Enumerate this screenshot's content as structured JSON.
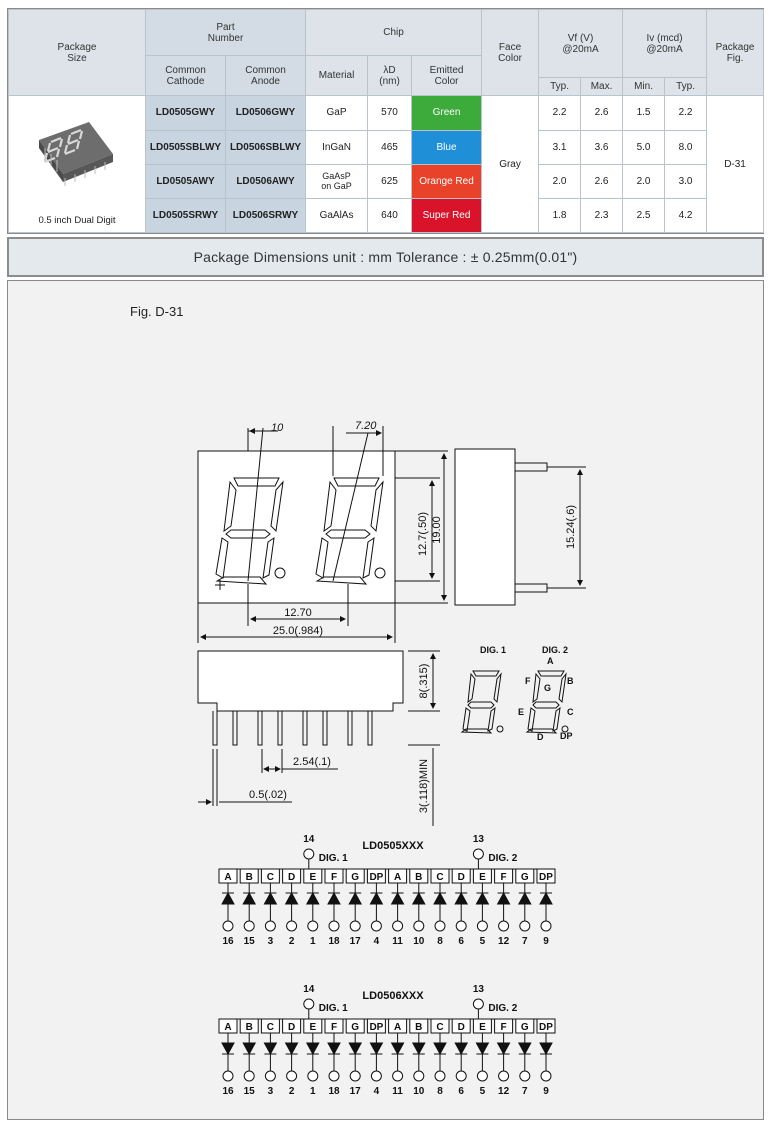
{
  "table": {
    "headers": {
      "package_size": "Package\nSize",
      "part_number": "Part\nNumber",
      "common_cathode": "Common\nCathode",
      "common_anode": "Common\nAnode",
      "chip": "Chip",
      "material": "Material",
      "lambda": "λD\n(nm)",
      "emitted_color": "Emitted\nColor",
      "face_color": "Face\nColor",
      "vf": "Vf (V)\n@20mA",
      "iv": "Iv (mcd)\n@20mA",
      "package_fig": "Package\nFig.",
      "typ": "Typ.",
      "max": "Max.",
      "min": "Min.",
      "typ2": "Typ."
    },
    "package_caption": "0.5 inch Dual Digit",
    "face_color": "Gray",
    "package_fig": "D-31",
    "rows": [
      {
        "cathode": "LD0505GWY",
        "anode": "LD0506GWY",
        "material": "GaP",
        "lambda": "570",
        "color": "Green",
        "color_hex": "#3dab3b",
        "vf_typ": "2.2",
        "vf_max": "2.6",
        "iv_min": "1.5",
        "iv_typ": "2.2"
      },
      {
        "cathode": "LD0505SBLWY",
        "anode": "LD0506SBLWY",
        "material": "InGaN",
        "lambda": "465",
        "color": "Blue",
        "color_hex": "#1f8fd8",
        "vf_typ": "3.1",
        "vf_max": "3.6",
        "iv_min": "5.0",
        "iv_typ": "8.0"
      },
      {
        "cathode": "LD0505AWY",
        "anode": "LD0506AWY",
        "material": "GaAsP\non GaP",
        "lambda": "625",
        "color": "Orange Red",
        "color_hex": "#e8432a",
        "vf_typ": "2.0",
        "vf_max": "2.6",
        "iv_min": "2.0",
        "iv_typ": "3.0"
      },
      {
        "cathode": "LD0505SRWY",
        "anode": "LD0506SRWY",
        "material": "GaAlAs",
        "lambda": "640",
        "color": "Super Red",
        "color_hex": "#d9142a",
        "vf_typ": "1.8",
        "vf_max": "2.3",
        "iv_min": "2.5",
        "iv_typ": "4.2"
      }
    ]
  },
  "dimbar": {
    "text": "Package Dimensions   unit : mm  Tolerance : ± 0.25mm(0.01\")"
  },
  "figure": {
    "label": "Fig. D-31",
    "dims": {
      "d10": "10",
      "d720": "7.20",
      "d127": "12.7(.50)",
      "d1900": "19.00",
      "d1524": "15.24(.6)",
      "d1270": "12.70",
      "d250": "25.0(.984)",
      "d8": "8(.315)",
      "d254": "2.54(.1)",
      "d05": "0.5(.02)",
      "d3": "3(.118)MIN"
    },
    "seg": {
      "dig1": "DIG. 1",
      "dig2": "DIG. 2",
      "A": "A",
      "B": "B",
      "C": "C",
      "D": "D",
      "E": "E",
      "F": "F",
      "G": "G",
      "DP": "DP"
    },
    "circuits": [
      {
        "title": "LD0505XXX",
        "dig1": "DIG. 1",
        "dig2": "DIG. 2",
        "common1": "14",
        "common2": "13",
        "segments": [
          "A",
          "B",
          "C",
          "D",
          "E",
          "F",
          "G",
          "DP",
          "A",
          "B",
          "C",
          "D",
          "E",
          "F",
          "G",
          "DP"
        ],
        "pins": [
          "16",
          "15",
          "3",
          "2",
          "1",
          "18",
          "17",
          "4",
          "11",
          "10",
          "8",
          "6",
          "5",
          "12",
          "7",
          "9"
        ]
      },
      {
        "title": "LD0506XXX",
        "dig1": "DIG. 1",
        "dig2": "DIG. 2",
        "common1": "14",
        "common2": "13",
        "segments": [
          "A",
          "B",
          "C",
          "D",
          "E",
          "F",
          "G",
          "DP",
          "A",
          "B",
          "C",
          "D",
          "E",
          "F",
          "G",
          "DP"
        ],
        "pins": [
          "16",
          "15",
          "3",
          "2",
          "1",
          "18",
          "17",
          "4",
          "11",
          "10",
          "8",
          "6",
          "5",
          "12",
          "7",
          "9"
        ]
      }
    ]
  }
}
